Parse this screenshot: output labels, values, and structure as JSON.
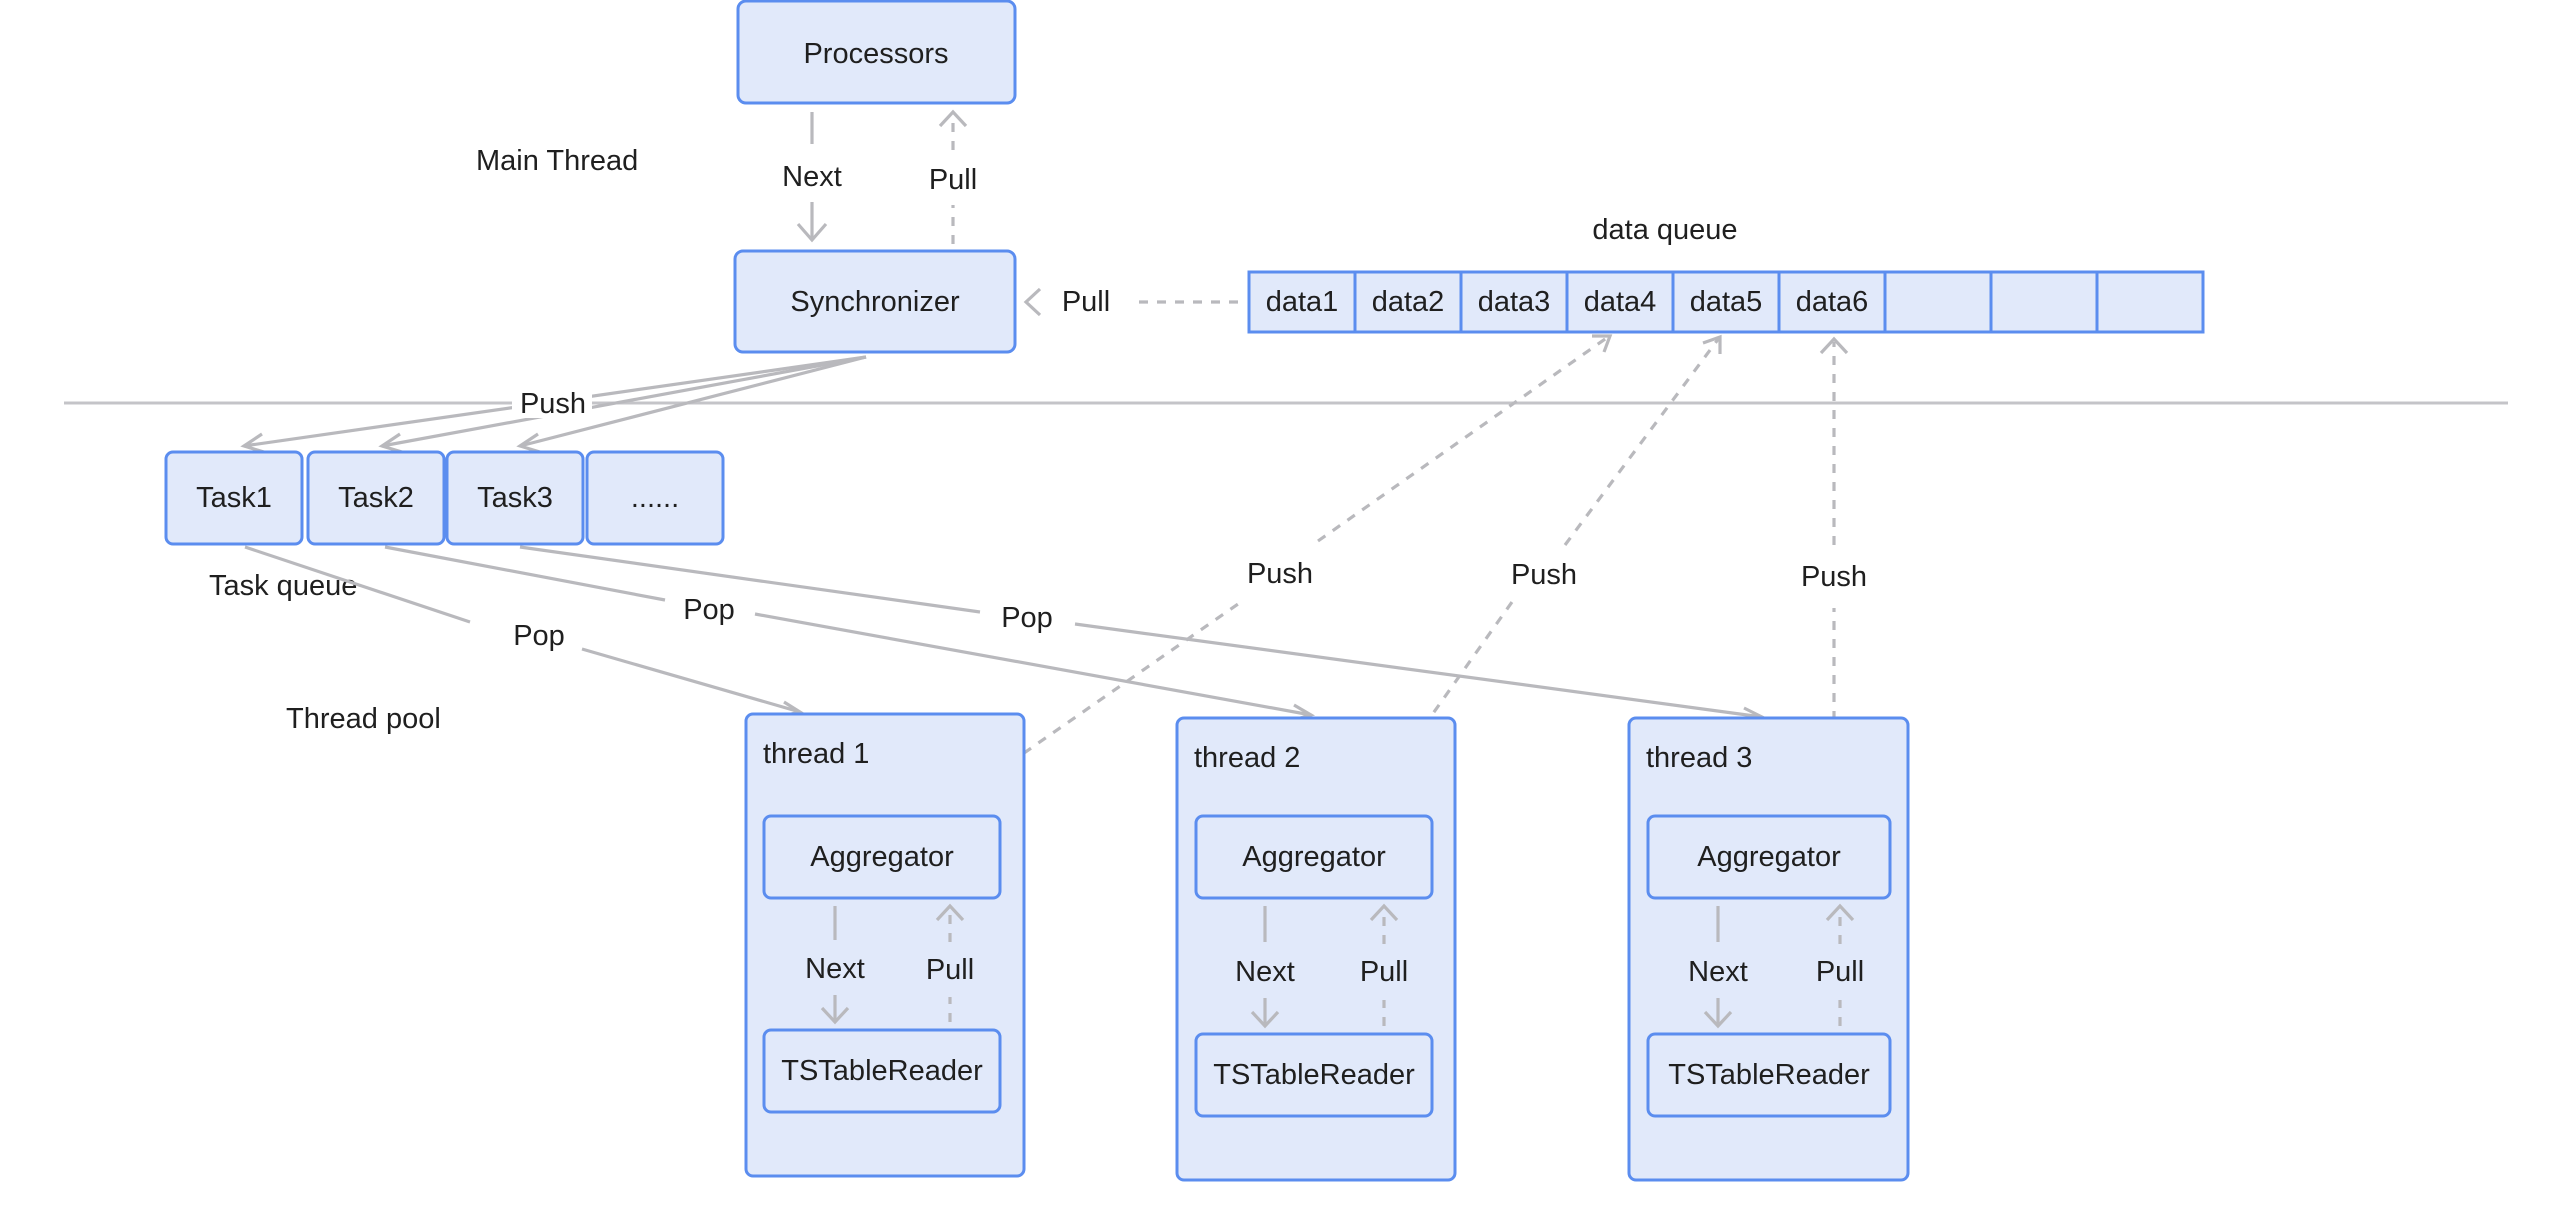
{
  "main_thread": {
    "label": "Main Thread",
    "processors": "Processors",
    "synchronizer": "Synchronizer",
    "next": "Next",
    "pull_up": "Pull",
    "pull_from_queue": "Pull",
    "push": "Push"
  },
  "data_queue": {
    "label": "data queue",
    "cells": [
      "data1",
      "data2",
      "data3",
      "data4",
      "data5",
      "data6",
      "",
      "",
      ""
    ]
  },
  "task_queue": {
    "label": "Task queue",
    "tasks": [
      "Task1",
      "Task2",
      "Task3",
      "......"
    ]
  },
  "thread_pool": {
    "label": "Thread pool",
    "pop_label": "Pop",
    "push_label": "Push",
    "threads": [
      {
        "title": "thread 1",
        "aggregator": "Aggregator",
        "reader": "TSTableReader",
        "next": "Next",
        "pull": "Pull"
      },
      {
        "title": "thread 2",
        "aggregator": "Aggregator",
        "reader": "TSTableReader",
        "next": "Next",
        "pull": "Pull"
      },
      {
        "title": "thread 3",
        "aggregator": "Aggregator",
        "reader": "TSTableReader",
        "next": "Next",
        "pull": "Pull"
      }
    ]
  }
}
